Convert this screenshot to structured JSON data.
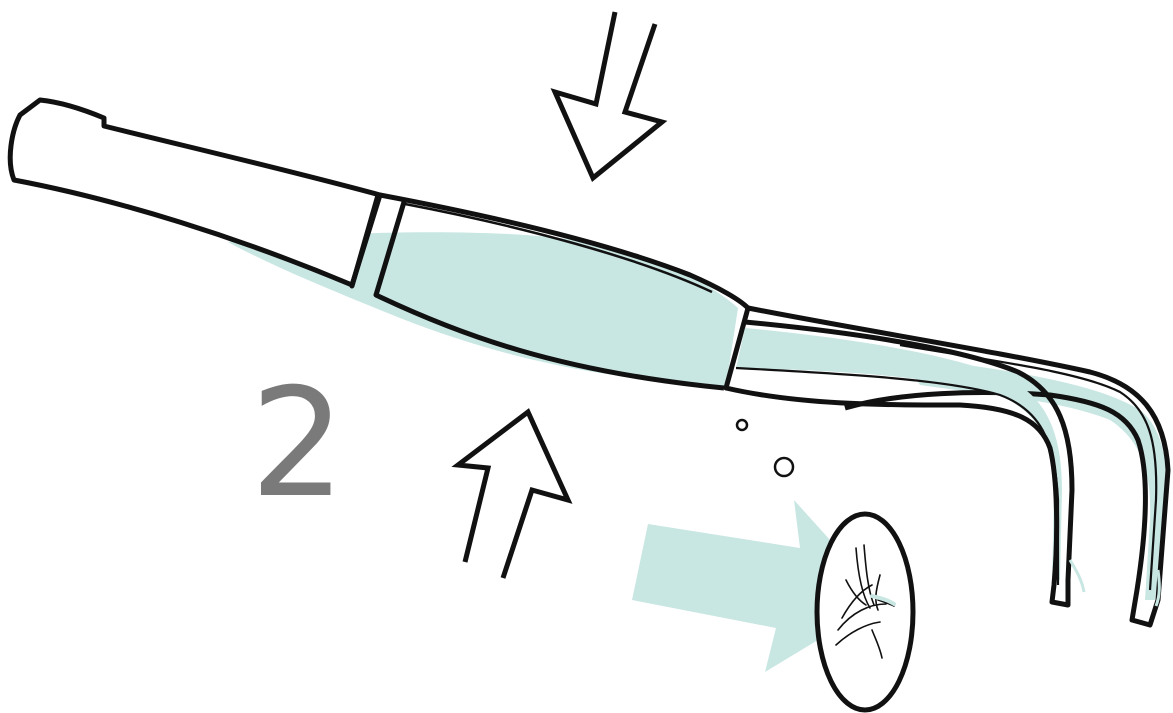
{
  "step": {
    "number": "2"
  },
  "colors": {
    "ink": "#111111",
    "fill": "#c8e6e2",
    "step_number": "#7a7a7a",
    "background": "#ffffff"
  },
  "icons": {
    "press_arrows": "hollow-press-arrow",
    "direction_arrow": "solid-flow-arrow",
    "bubbles": "bubble-circle",
    "lens": "magnified-detail"
  }
}
